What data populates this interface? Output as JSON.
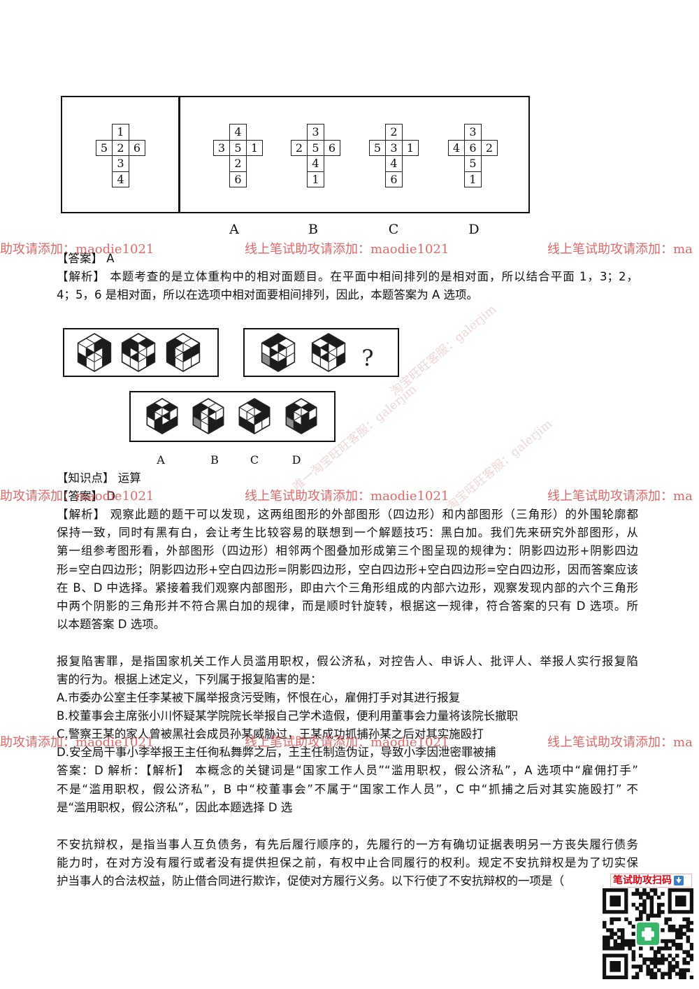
{
  "colors": {
    "watermark": "#e25757",
    "caption": "#e60012",
    "text": "#111111",
    "qr_badge": "#38b76a"
  },
  "watermarks": {
    "rows": [
      {
        "left": "助攻请添加：maodie1021",
        "center": "线上笔试助攻请添加：maodie1021",
        "right": "线上笔试助攻请添加：ma"
      },
      {
        "left": "助攻请添加：maodie1021",
        "center": "线上笔试助攻请添加：maodie1021",
        "right": "线上笔试助攻请添加：ma"
      },
      {
        "left": "助攻请添加：maodie1021",
        "center": "线上笔试助攻请添加：maodie1021",
        "right": "线上笔试助攻请添加：ma"
      }
    ],
    "diagonal": [
      "淘宝旺旺客服：galerjim",
      "唯一淘宝旺旺客服：galerjim",
      "淘宝旺旺客服：galerjim"
    ]
  },
  "q1": {
    "figure": {
      "question": {
        "cells": [
          "1",
          "5",
          "2",
          "6",
          "3",
          "4"
        ]
      },
      "options": [
        {
          "label": "A",
          "cells": [
            "4",
            "3",
            "5",
            "1",
            "2",
            "6"
          ]
        },
        {
          "label": "B",
          "cells": [
            "3",
            "2",
            "5",
            "6",
            "4",
            "1"
          ]
        },
        {
          "label": "C",
          "cells": [
            "2",
            "5",
            "3",
            "1",
            "4",
            "6"
          ]
        },
        {
          "label": "D",
          "cells": [
            "3",
            "4",
            "6",
            "2",
            "5",
            "1"
          ]
        }
      ]
    },
    "answer": "【答案】 A",
    "analysis": [
      "【解析】 本题考查的是立体重构中的相对面题目。在平面中相间排列的是相对面，所以结合平面 1，3；2，",
      "4；5，6 是相对面，所以在选项中相对面要相间排列，因此，本题答案为 A 选项。"
    ]
  },
  "q2": {
    "figure": {
      "group1": [
        {
          "outer": [
            "black",
            "white",
            "white",
            "black",
            "white",
            "black",
            "white",
            "white",
            "black"
          ],
          "inner": [
            "black",
            "white",
            "white",
            "white",
            "black",
            "white"
          ]
        },
        {
          "outer": [
            "black",
            "black",
            "white",
            "white",
            "white",
            "black",
            "black",
            "white",
            "white"
          ],
          "inner": [
            "white",
            "black",
            "white",
            "white",
            "white",
            "black"
          ]
        },
        {
          "outer": [
            "white",
            "black",
            "white",
            "black",
            "white",
            "white",
            "black",
            "white",
            "black"
          ],
          "inner": [
            "white",
            "white",
            "black",
            "black",
            "white",
            "white"
          ]
        }
      ],
      "group2": [
        {
          "outer": [
            "white",
            "black",
            "black",
            "white",
            "black",
            "white",
            "white",
            "black",
            "gray"
          ],
          "inner": [
            "black",
            "white",
            "white",
            "white",
            "black",
            "white"
          ]
        },
        {
          "outer": [
            "black",
            "white",
            "black",
            "white",
            "white",
            "black",
            "black",
            "white",
            "white"
          ],
          "inner": [
            "white",
            "black",
            "white",
            "white",
            "white",
            "black"
          ]
        }
      ],
      "question_mark": "?",
      "options": [
        {
          "label": "A",
          "cube": {
            "outer": [
              "black",
              "black",
              "white",
              "white",
              "black",
              "black",
              "black",
              "black",
              "white"
            ],
            "inner": [
              "white",
              "white",
              "black",
              "white",
              "white",
              "black"
            ]
          }
        },
        {
          "label": "B",
          "cube": {
            "outer": [
              "white",
              "black",
              "white",
              "white",
              "black",
              "black",
              "black",
              "white",
              "gray"
            ],
            "inner": [
              "black",
              "white",
              "white",
              "black",
              "white",
              "white"
            ]
          }
        },
        {
          "label": "C",
          "cube": {
            "outer": [
              "black",
              "white",
              "black",
              "black",
              "white",
              "white",
              "white",
              "black",
              "black"
            ],
            "inner": [
              "white",
              "white",
              "black",
              "black",
              "white",
              "white"
            ]
          }
        },
        {
          "label": "D",
          "cube": {
            "outer": [
              "black",
              "black",
              "white",
              "white",
              "black",
              "black",
              "black",
              "black",
              "gray"
            ],
            "inner": [
              "white",
              "white",
              "black",
              "black",
              "white",
              "white"
            ]
          }
        }
      ]
    },
    "knowledge": "【知识点】 运算",
    "answer": "【答案】 D",
    "analysis": [
      "【解析】 观察此题的题干可以发现，这两组图形的外部图形（四边形）和内部图形（三角形）的外围轮廓都",
      "保持一致，同时有黑有白，会让考生比较容易的联想到一个解题技巧：黑白加。我们先来研究外部图形，从",
      "第一组参考图形看，外部图形（四边形）相邻两个图叠加形成第三个图呈现的规律为：阴影四边形+阴影四边",
      "形=空白四边形；阴影四边形+空白四边形=阴影四边形，空白四边形+空白四边形=空白四边形，因而答案应该",
      "在 B、D 中选择。紧接着我们观察内部图形，即由六个三角形组成的内部六边形，观察发现内部的六个三角形",
      "中两个阴影的三角形并不符合黑白加的规律，而是顺时针旋转，根据这一规律，符合答案的只有 D 选项。所",
      "以本题答案 D 选项。"
    ]
  },
  "q3": {
    "stem": [
      "报复陷害罪，是指国家机关工作人员滥用职权，假公济私，对控告人、申诉人、批评人、举报人实行报复陷",
      "害的行为。根据上述定义，下列属于报复陷害的是："
    ],
    "options": [
      "A.市委办公室主任李某被下属举报贪污受贿，怀恨在心，雇佣打手对其进行报复",
      "B.校董事会主席张小川怀疑某学院院长举报自己学术造假，便利用董事会力量将该院长撤职",
      "C.警察王某的家人曾被黑社会成员孙某威胁过，王某成功抓捕孙某之后对其实施殴打",
      "D.安全局干事小李举报王主任徇私舞弊之后，王主任制造伪证，导致小李因泄密罪被捕"
    ],
    "answer": [
      "答案：D 解析：【解析】 本概念的关键词是“国家工作人员”“滥用职权，假公济私”，A 选项中“雇佣打手”",
      "不是“滥用职权，假公济私”，B 中“校董事会”不属于“国家工作人员”，C 中“抓捕之后对其实施殴打” 不",
      "是“滥用职权，假公济私”，因此本题选择 D 选"
    ]
  },
  "q4": {
    "stem": [
      "不安抗辩权，是指当事人互负债务，有先后履行顺序的，先履行的一方有确切证据表明另一方丧失履行债务",
      "能力时，在对方没有履行或者没有提供担保之前，有权中止合同履行的权利。规定不安抗辩权是为了切实保",
      "护当事人的合法权益，防止借合同进行欺诈，促使对方履行义务。以下行使了不安抗辩权的一项是（"
    ]
  },
  "qr": {
    "caption": "笔试助攻扫码"
  }
}
